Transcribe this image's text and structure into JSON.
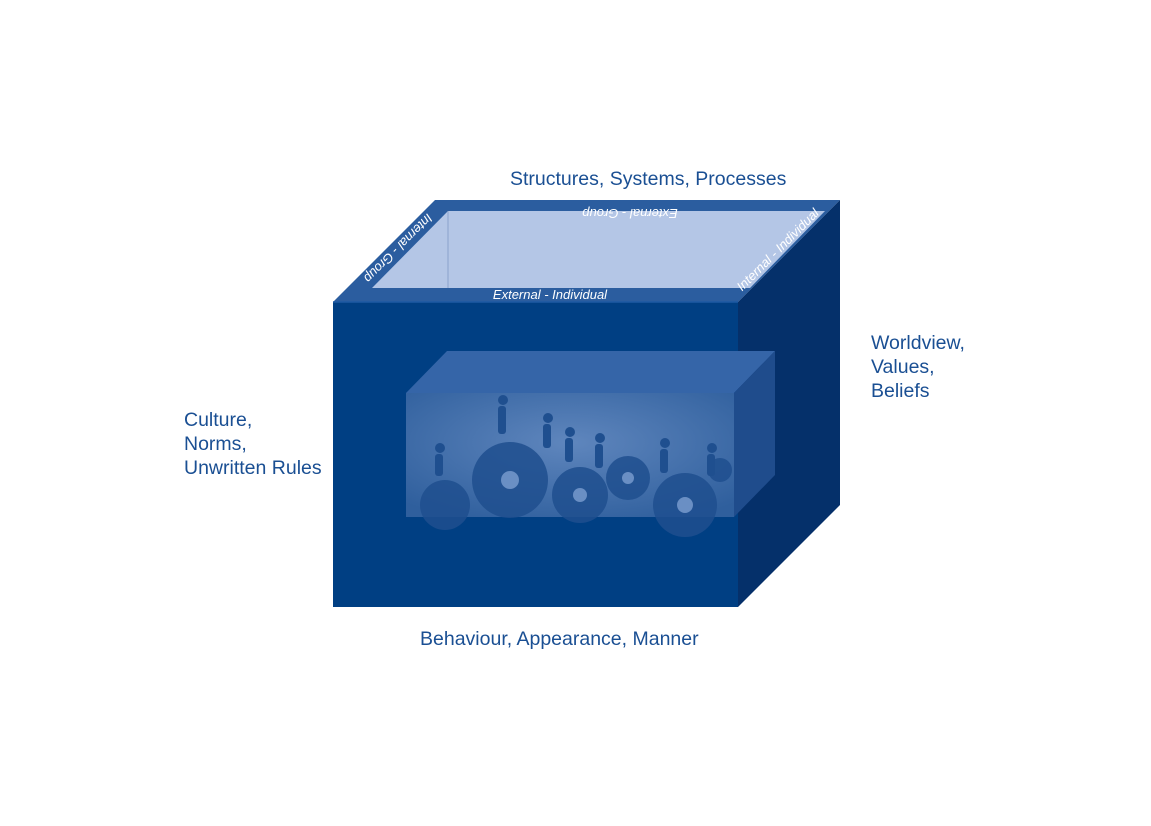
{
  "labels": {
    "top": "Structures, Systems, Processes",
    "bottom": "Behaviour, Appearance, Manner",
    "left": [
      "Culture,",
      "Norms,",
      "Unwritten Rules"
    ],
    "right": [
      "Worldview,",
      "Values,",
      "Beliefs"
    ]
  },
  "edges": {
    "front": "External - Individual",
    "back": "External - Group",
    "left": "Internal - Group",
    "right": "Internal - Individual"
  },
  "colors": {
    "front": "#003f83",
    "side": "#05306a",
    "top_inner": "#b4c6e6",
    "text": "#1a4f93"
  }
}
